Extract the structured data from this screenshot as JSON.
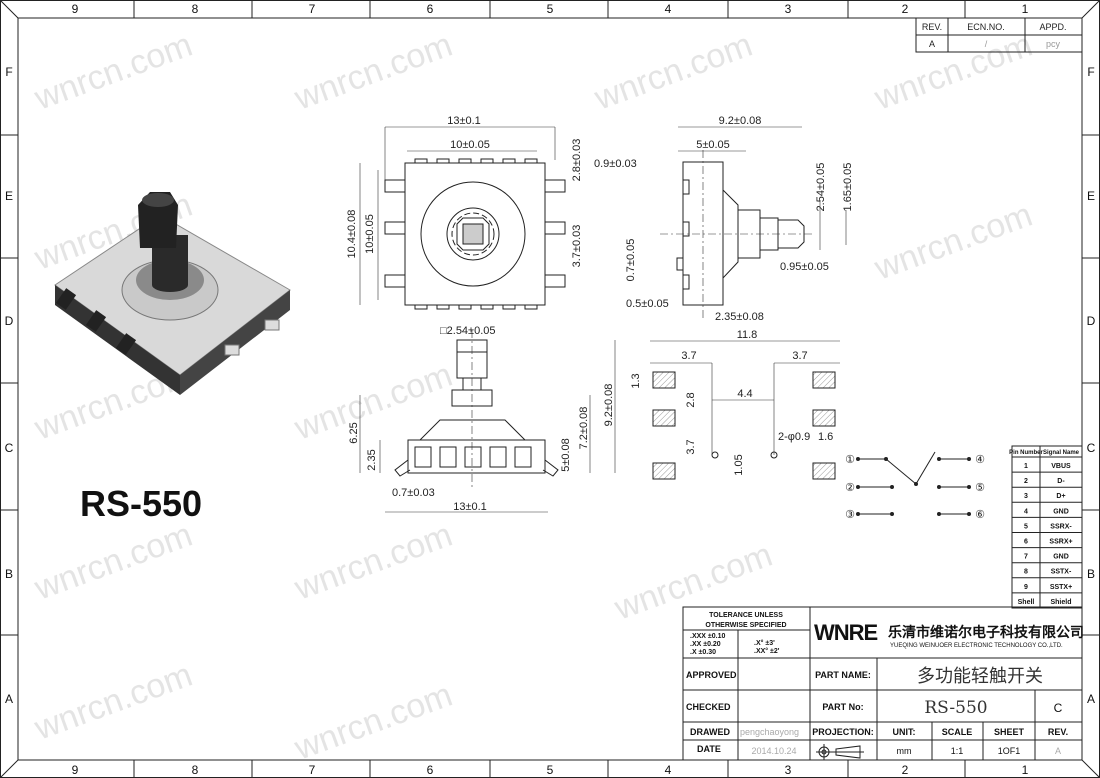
{
  "frame": {
    "columns": [
      "9",
      "8",
      "7",
      "6",
      "5",
      "4",
      "3",
      "2",
      "1"
    ],
    "rows": [
      "F",
      "E",
      "D",
      "C",
      "B",
      "A"
    ]
  },
  "watermark": "wnrcn.com",
  "revision_block": {
    "headers": [
      "REV.",
      "ECN.NO.",
      "APPD."
    ],
    "row": [
      "A",
      "/",
      "pcy"
    ]
  },
  "product_label": "RS-550",
  "dimensions": [
    "13±0.1",
    "10±0.05",
    "2.8±0.03",
    "0.9±0.03",
    "3.7±0.03",
    "10.4±0.08",
    "10±0.05",
    "9.2±0.08",
    "5±0.05",
    "2.54±0.05",
    "1.65±0.05",
    "0.7±0.05",
    "0.95±0.05",
    "0.5±0.05",
    "2.35±0.08",
    "□2.54±0.05",
    "6.25",
    "2.35",
    "7.2±0.08",
    "9.2±0.08",
    "5±0.08",
    "0.7±0.03",
    "13±0.1",
    "11.8",
    "3.7",
    "3.7",
    "1.3",
    "2.8",
    "4.4",
    "3.7",
    "2-φ0.9",
    "1.6",
    "1.05"
  ],
  "schematic": {
    "pins": [
      "①",
      "②",
      "③",
      "④",
      "⑤",
      "⑥"
    ]
  },
  "pin_table": {
    "headers": [
      "Pin Number",
      "Signal Name"
    ],
    "rows": [
      [
        "1",
        "VBUS"
      ],
      [
        "2",
        "D-"
      ],
      [
        "3",
        "D+"
      ],
      [
        "4",
        "GND"
      ],
      [
        "5",
        "SSRX-"
      ],
      [
        "6",
        "SSRX+"
      ],
      [
        "7",
        "GND"
      ],
      [
        "8",
        "SSTX-"
      ],
      [
        "9",
        "SSTX+"
      ],
      [
        "Shell",
        "Shield"
      ]
    ]
  },
  "title_block": {
    "tolerance_title_1": "TOLERANCE UNLESS",
    "tolerance_title_2": "OTHERWISE SPECIFIED",
    "tolerances": [
      ".XXX  ±0.10",
      ".XX   ±0.20",
      ".X     ±0.30"
    ],
    "angle_tolerances": [
      ".X°   ±3'",
      ".XX°  ±2'"
    ],
    "logo": "WNRE",
    "company_cn": "乐清市维诺尔电子科技有限公司",
    "company_en": "YUEQING WEINUOER ELECTRONIC TECHNOLOGY CO.,LTD.",
    "approved_label": "APPROVED",
    "checked_label": "CHECKED",
    "drawed_label": "DRAWED",
    "drawed_value": "pengchaoyong",
    "date_label": "DATE",
    "date_value": "2014.10.24",
    "part_name_label": "PART  NAME:",
    "part_name_value": "多功能轻触开关",
    "part_no_label": "PART  No:",
    "part_no_value": "RS-550",
    "part_rev_value": "C",
    "projection_label": "PROJECTION:",
    "unit_label": "UNIT:",
    "unit_value": "mm",
    "scale_label": "SCALE",
    "scale_value": "1:1",
    "sheet_label": "SHEET",
    "sheet_value": "1OF1",
    "rev_label": "REV.",
    "rev_value": "A"
  },
  "colors": {
    "line": "#222222",
    "watermark": "#e4e4e4",
    "logo": "#111111"
  }
}
